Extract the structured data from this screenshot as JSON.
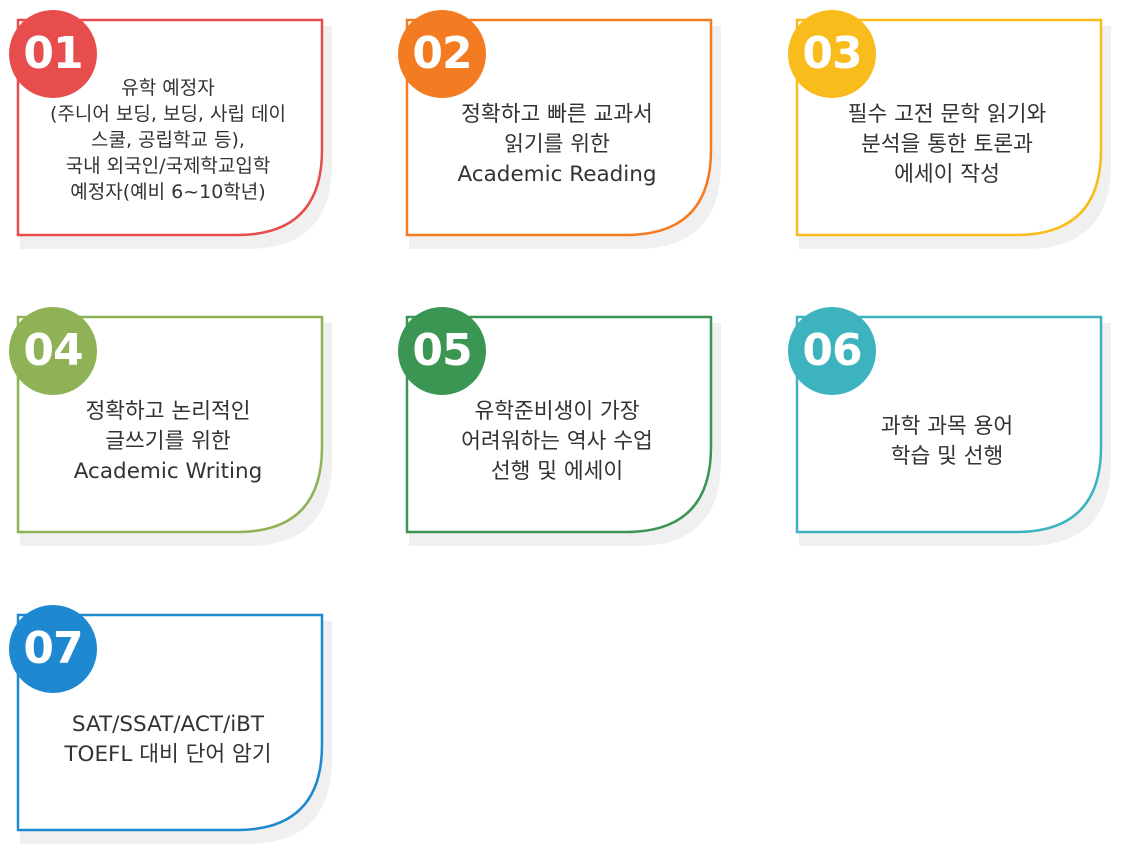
{
  "cards": [
    {
      "number": "01",
      "color": "#e84d4d",
      "lines": [
        "유학 예정자",
        "(주니어 보딩, 보딩, 사립 데이",
        "스쿨, 공립학교 등),",
        "국내 외국인/국제학교입학",
        "예정자(예비 6~10학년)"
      ]
    },
    {
      "number": "02",
      "color": "#f37b22",
      "lines": [
        "정확하고 빠른 교과서",
        "읽기를 위한",
        "Academic Reading"
      ]
    },
    {
      "number": "03",
      "color": "#f9bc1d",
      "lines": [
        "필수 고전 문학 읽기와",
        "분석을 통한 토론과",
        "에세이 작성"
      ]
    },
    {
      "number": "04",
      "color": "#8eb255",
      "lines": [
        "정확하고 논리적인",
        "글쓰기를 위한",
        "Academic Writing"
      ]
    },
    {
      "number": "05",
      "color": "#3a9652",
      "lines": [
        "유학준비생이 가장",
        "어려워하는 역사 수업",
        "선행 및 에세이"
      ]
    },
    {
      "number": "06",
      "color": "#3db3c0",
      "lines": [
        "과학 과목 용어",
        "학습 및 선행"
      ]
    },
    {
      "number": "07",
      "color": "#1e88d0",
      "lines": [
        "SAT/SSAT/ACT/iBT",
        "TOEFL 대비 단어 암기"
      ]
    }
  ]
}
